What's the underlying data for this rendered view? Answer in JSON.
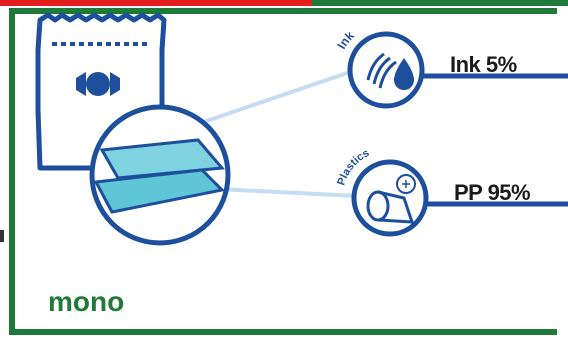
{
  "ink": {
    "badge": "Ink",
    "label": "Ink 5%"
  },
  "plastics": {
    "badge": "Plastics",
    "label": "PP 95%"
  },
  "caption": "mono",
  "colors": {
    "frame_green": "#1f7a3a",
    "accent_red": "#e31d1d",
    "line_blue": "#1d4f9c",
    "film_teal": "#5fc6d8"
  }
}
